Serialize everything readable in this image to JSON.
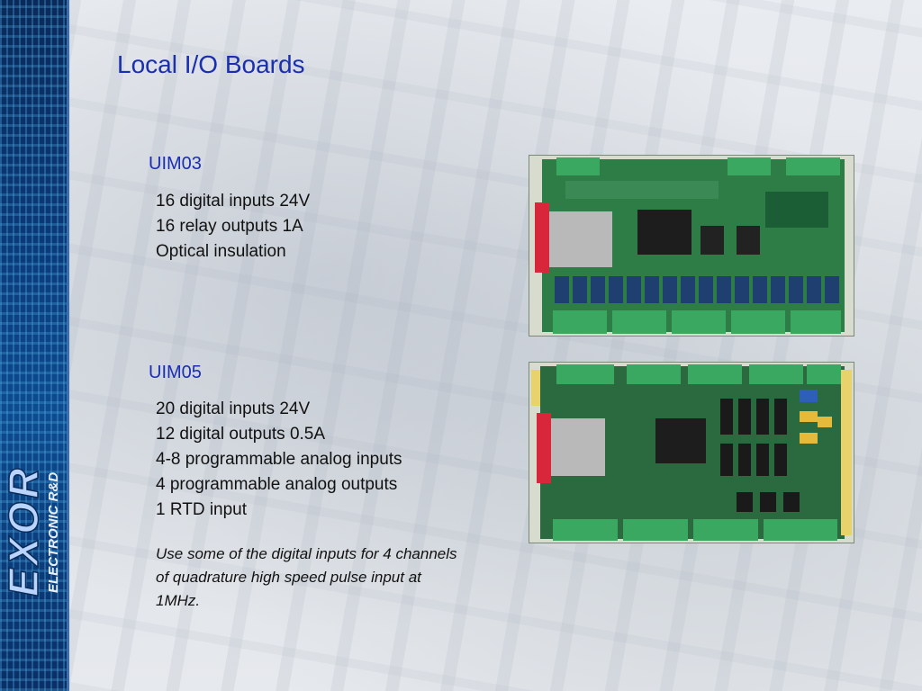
{
  "slide": {
    "title": "Local I/O Boards",
    "logo_text": "EXOR",
    "logo_subtext": "ELECTRONIC R&D"
  },
  "boards": [
    {
      "name": "UIM03",
      "specs": [
        "16 digital inputs 24V",
        "16 relay outputs 1A",
        "Optical insulation"
      ]
    },
    {
      "name": "UIM05",
      "specs": [
        "20 digital inputs 24V",
        "12 digital outputs 0.5A",
        "4-8 programmable analog inputs",
        "4 programmable analog outputs",
        "1 RTD input"
      ],
      "note": "Use some of the digital inputs for 4 channels of quadrature high speed pulse input at 1MHz."
    }
  ],
  "colors": {
    "heading": "#1a2fb0",
    "pcb_green": "#2f7d46",
    "connector_red": "#d8263a"
  }
}
